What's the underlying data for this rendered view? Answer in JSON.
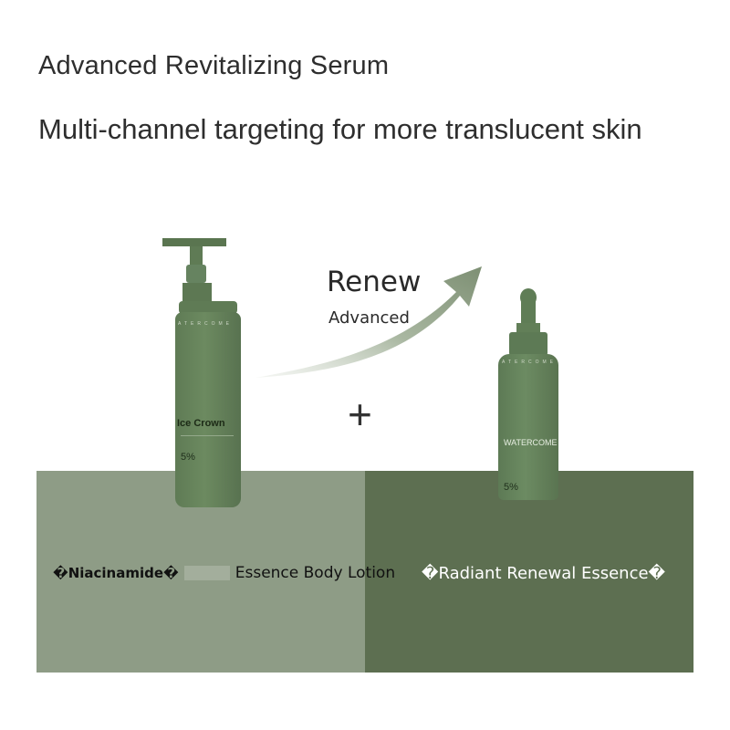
{
  "header": {
    "title": "Advanced Revitalizing Serum",
    "subtitle": "Multi-channel targeting for more translucent skin"
  },
  "arrow": {
    "renew": "Renew",
    "advanced": "Advanced"
  },
  "left_panel": {
    "ingredient_label": "�Niacinamide�",
    "product_label": "Essence Body Lotion",
    "color": "#8e9c86"
  },
  "right_panel": {
    "product_label": "�Radiant Renewal Essence�",
    "color": "#5d6f51"
  },
  "lotion_bottle": {
    "brand": "ATERCOME",
    "name": "Ice Crown",
    "percent": "5%",
    "color": "#6c8a60"
  },
  "serum_bottle": {
    "brand": "ATERCOME",
    "name": "WATERCOME",
    "percent": "5%",
    "color": "#6c8b62"
  },
  "icons": {
    "plus": "+"
  }
}
